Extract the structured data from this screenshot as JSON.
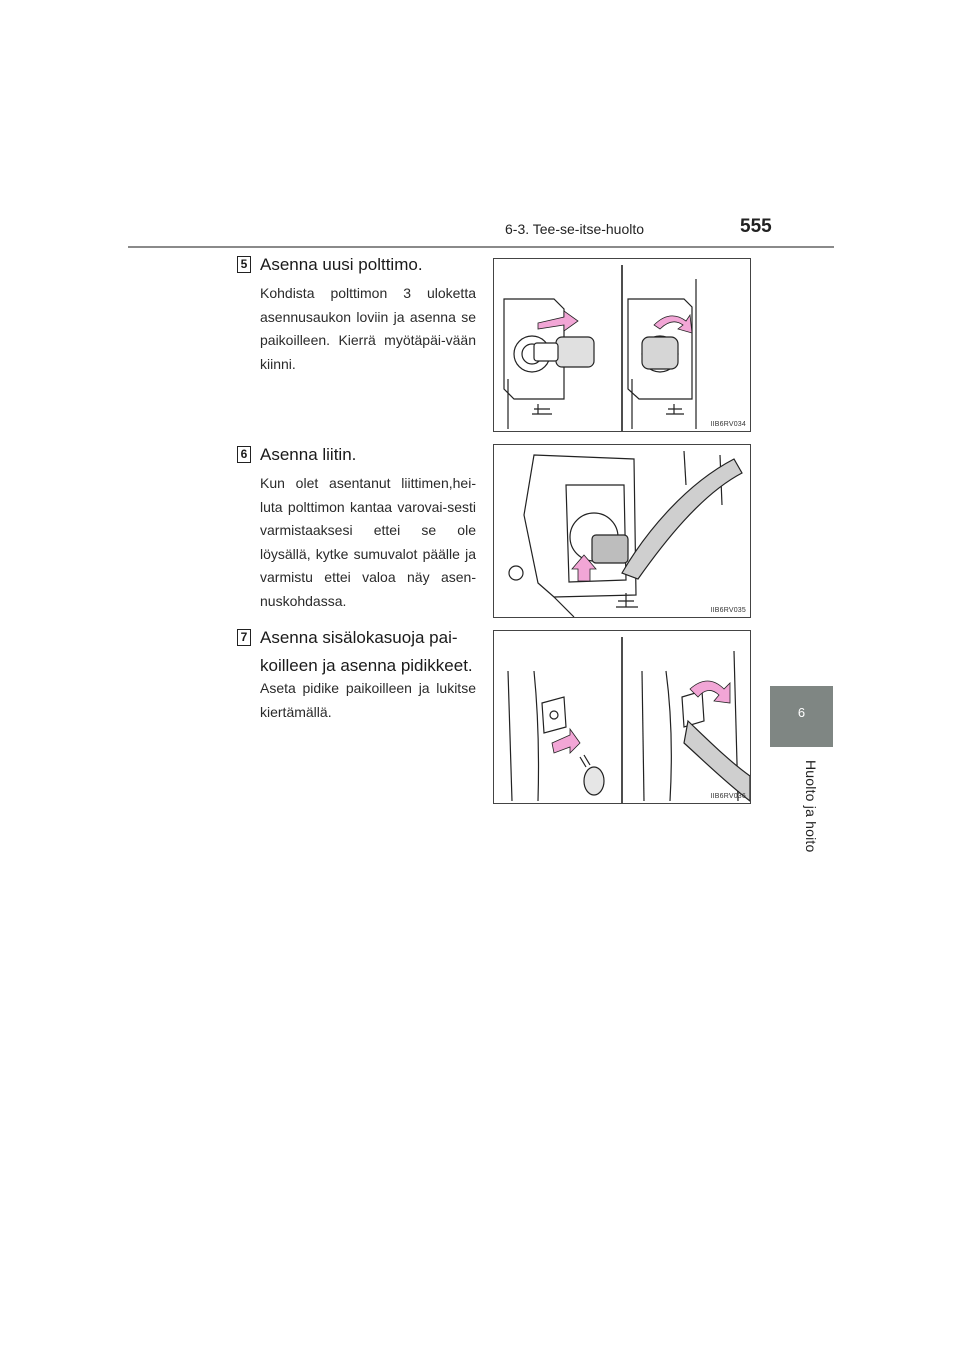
{
  "header": {
    "section": "6-3. Tee-se-itse-huolto",
    "page_number": "555"
  },
  "side_tab": {
    "chapter_number": "6",
    "chapter_title": "Huolto ja hoito"
  },
  "steps": [
    {
      "number": "5",
      "title": "Asenna uusi polttimo.",
      "body": "Kohdista polttimon 3 uloketta asennusaukon loviin ja asenna se paikoilleen. Kierrä myötäpäi-vään kiinni.",
      "figure_code": "IIB6RV034"
    },
    {
      "number": "6",
      "title": "Asenna liitin.",
      "body": "Kun olet asentanut liittimen,hei-luta polttimon kantaa varovai-sesti varmistaaksesi ettei se ole löysällä, kytke sumuvalot päälle ja varmistu ettei valoa näy asen-nuskohdassa.",
      "figure_code": "IIB6RV035"
    },
    {
      "number": "7",
      "title": "Asenna sisälokasuoja pai-koilleen ja asenna pidikkeet.",
      "body": "Aseta pidike paikoilleen ja lukitse kiertämällä.",
      "figure_code": "IIB6RV036"
    }
  ],
  "colors": {
    "tab_gray": "#7f8683",
    "arrow_pink": "#f2a6d6",
    "rule_gray": "#8a8a8a"
  }
}
